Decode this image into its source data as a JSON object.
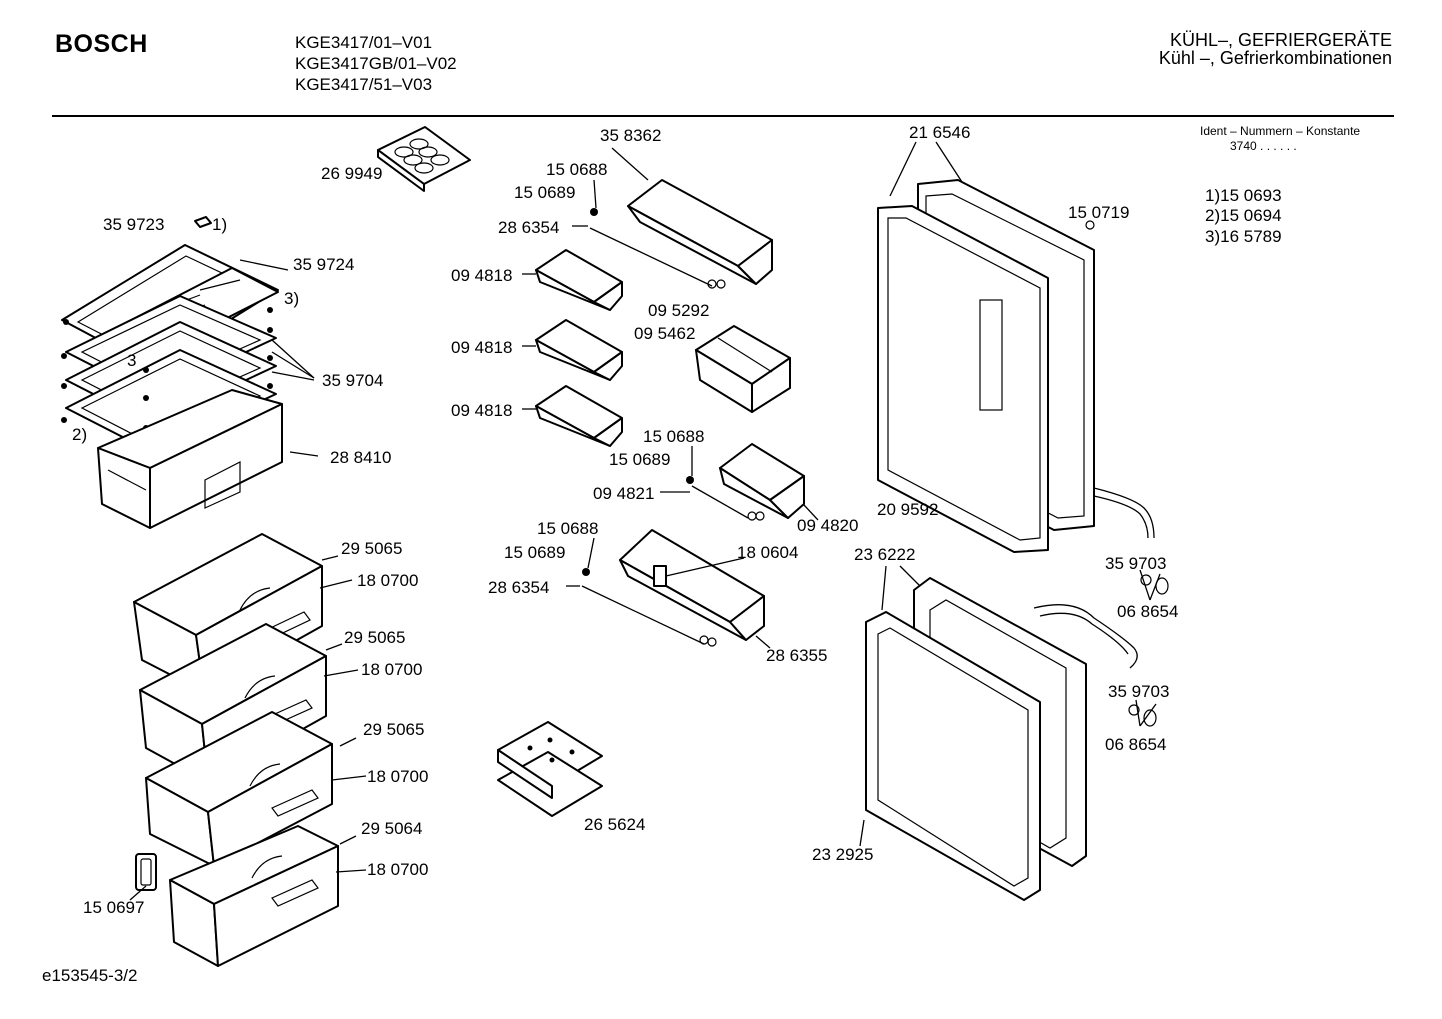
{
  "header": {
    "brand": "BOSCH",
    "models": [
      "KGE3417/01–V01",
      "KGE3417GB/01–V02",
      "KGE3417/51–V03"
    ],
    "category_line1": "KÜHL–, GEFRIERGERÄTE",
    "category_line2": "Kühl –, Gefrierkombinationen"
  },
  "ident": {
    "title": "Ident – Nummern – Konstante",
    "value": "3740 .  .    .  .  .  ."
  },
  "notes": [
    "1)15 0693",
    "2)15 0694",
    "3)16 5789"
  ],
  "labels": {
    "egg_tray": "26 9949",
    "part_359723": "35 9723",
    "fn1": "1)",
    "shelf_frame": "35 9724",
    "fn3a": "3)",
    "fn3b": "3",
    "shelf_clips": "35 9704",
    "fn2": "2)",
    "crisper_box": "28 8410",
    "drawer1_front": "29 5065",
    "drawer1_handle": "18 0700",
    "drawer2_front": "29 5065",
    "drawer2_handle": "18 0700",
    "drawer3_front": "29 5065",
    "drawer3_handle": "18 0700",
    "drawer4_front": "29 5064",
    "drawer4_handle": "18 0700",
    "clip_150697": "15 0697",
    "door_shelf_top": "35 8362",
    "pin_a1": "15 0688",
    "pin_b1": "15 0689",
    "rail_a": "28 6354",
    "small_shelf_1": "09 4818",
    "small_shelf_2": "09 4818",
    "small_shelf_3": "09 4818",
    "bottle_1": "09 5292",
    "bottle_2": "09 5462",
    "pin_a2": "15 0688",
    "pin_b2": "15 0689",
    "rail_b": "09 4821",
    "shelf_mid": "09 4820",
    "pin_a3": "15 0688",
    "pin_b3": "15 0689",
    "rail_c": "28 6354",
    "slider": "18 0604",
    "shelf_bottom": "28 6355",
    "cool_packs": "26 5624",
    "fridge_door": "21 6546",
    "door_button": "15 0719",
    "door_gasket": "20 9592",
    "hinge_a": "35 9703",
    "cap_a": "06 8654",
    "freezer_gasket": "23 6222",
    "hinge_b": "35 9703",
    "cap_b": "06 8654",
    "freezer_door": "23 2925"
  },
  "footer": "e153545-3/2"
}
